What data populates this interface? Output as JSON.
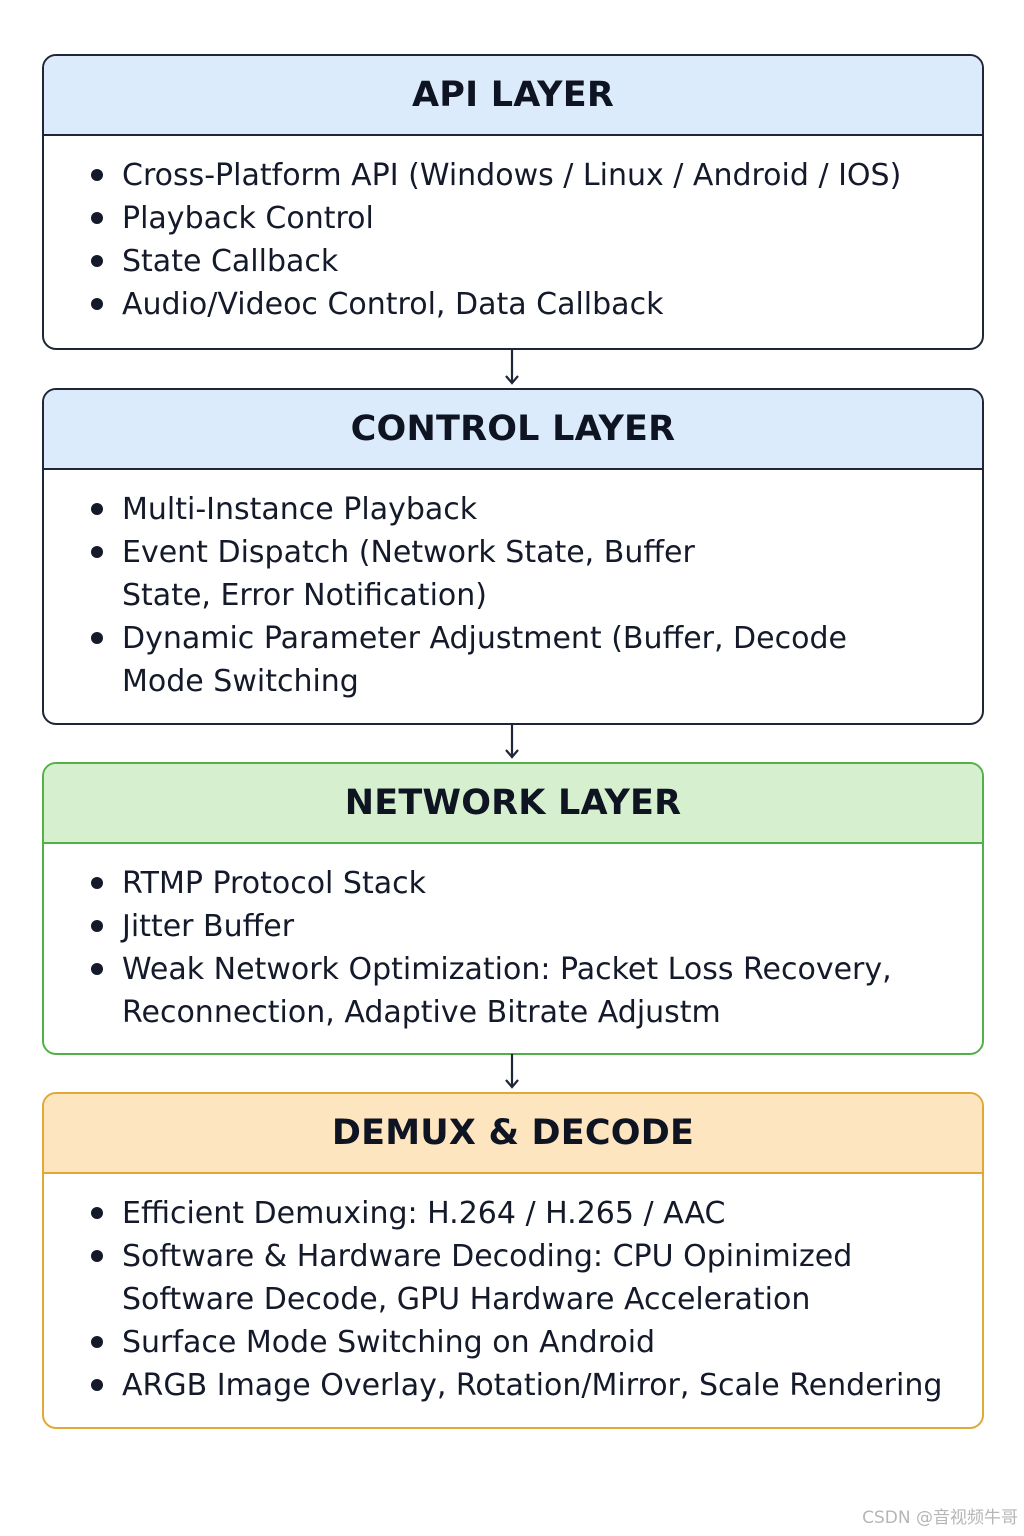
{
  "layers": [
    {
      "title": "API LAYER",
      "items": [
        "Cross-Platform API (Windows / Linux / Android / IOS)",
        "Playback Control",
        "State Callback",
        "Audio/Videoc Control, Data Callback"
      ]
    },
    {
      "title": "CONTROL LAYER",
      "items": [
        "Multi-Instance Playback",
        "Event Dispatch (Network State, Buffer State, Error Notification)",
        "Dynamic Parameter Adjustment (Buffer, Decode Mode Switching"
      ]
    },
    {
      "title": "NETWORK LAYER",
      "items": [
        "RTMP Protocol Stack",
        "Jitter Buffer",
        "Weak Network Optimization: Packet Loss Recovery, Reconnection, Adaptive Bitrate Adjustm"
      ]
    },
    {
      "title": "DEMUX & DECODE",
      "items": [
        "Efficient Demuxing: H.264 / H.265 / AAC",
        "Software & Hardware Decoding: CPU Opinimized Software Decode, GPU Hardware Acceleration",
        "Surface Mode Switching on Android",
        "ARGB Image Overlay, Rotation/Mirror, Scale Rendering"
      ]
    }
  ],
  "watermark": "CSDN @音视频牛哥",
  "colors": {
    "api_header": "#dcebfb",
    "control_header": "#dcebfb",
    "network_header": "#d6f0cf",
    "network_border": "#52b146",
    "demux_header": "#fde5bf",
    "demux_border": "#e0a836",
    "default_border": "#1e2638"
  }
}
